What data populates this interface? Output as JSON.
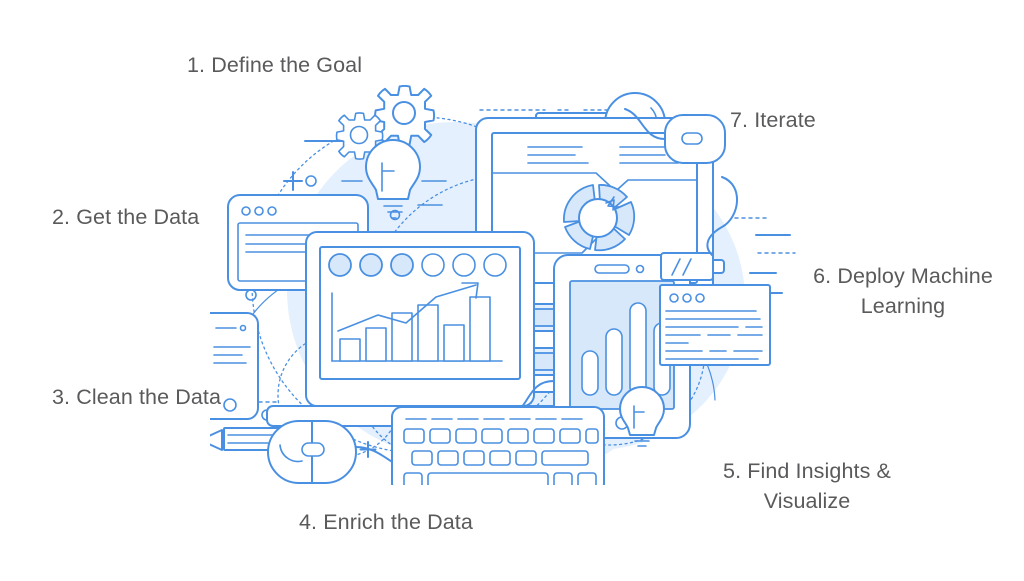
{
  "page": {
    "background_color": "#ffffff",
    "text_color": "#5a5a5c",
    "accent_color": "#4a90e2",
    "accent_light_color": "#d9e8fb",
    "accent_fill_color": "#e8f1fd"
  },
  "steps": [
    {
      "id": "step-1",
      "number": "1.",
      "label": "1. Define the Goal",
      "text": "Define the Goal"
    },
    {
      "id": "step-2",
      "number": "2.",
      "label": "2. Get the Data",
      "text": "Get the Data"
    },
    {
      "id": "step-3",
      "number": "3.",
      "label": "3. Clean the Data",
      "text": "Clean the Data"
    },
    {
      "id": "step-4",
      "number": "4.",
      "label": "4. Enrich the Data",
      "text": "Enrich the Data"
    },
    {
      "id": "step-5",
      "number": "5.",
      "label": "5. Find Insights &\nVisualize",
      "text": "Find Insights & Visualize"
    },
    {
      "id": "step-6",
      "number": "6.",
      "label": "6. Deploy Machine\nLearning",
      "text": "Deploy Machine Learning"
    },
    {
      "id": "step-7",
      "number": "7.",
      "label": "7. Iterate",
      "text": "Iterate"
    }
  ],
  "illustration": {
    "title": "data-science-workflow-illustration",
    "style": "blue line art",
    "elements": [
      "gear-icon-large",
      "gear-icon-small",
      "magnifier-icon",
      "monitor-with-donut-chart",
      "laptop-with-bar-chart",
      "tablet-with-bar-chart",
      "smartphone-icon",
      "browser-window-icon",
      "code-window-icon",
      "keyboard-icon",
      "mouse-icon",
      "mouse-outline-icon",
      "lightbulb-icon-left",
      "lightbulb-icon-right",
      "pen-icon",
      "battery-icon",
      "plus-icon",
      "dotted-circles"
    ]
  }
}
